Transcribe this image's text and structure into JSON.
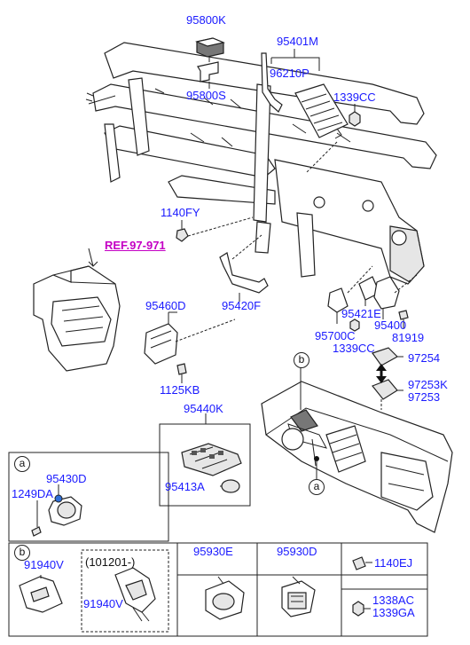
{
  "labels": {
    "p95800K": "95800K",
    "p95800S": "95800S",
    "p95401M": "95401M",
    "p96210P": "96210P",
    "p1339CC_top": "1339CC",
    "p1140FY": "1140FY",
    "ref": "REF.97-971",
    "p95420F": "95420F",
    "p95460D": "95460D",
    "p1125KB": "1125KB",
    "p95421E": "95421E",
    "p95400": "95400",
    "p95700C": "95700C",
    "p81919": "81919",
    "p1339CC_mid": "1339CC",
    "p97254": "97254",
    "p97253K": "97253K",
    "p97253": "97253",
    "p95440K": "95440K",
    "p95413A": "95413A",
    "callout_b": "b",
    "callout_a": "a"
  },
  "panel_a": {
    "tag": "a",
    "p95430D": "95430D",
    "p1249DA": "1249DA"
  },
  "panel_b": {
    "tag": "b",
    "p91940V_1": "91940V",
    "variant": "(101201-)",
    "p91940V_2": "91940V",
    "p95930E": "95930E",
    "p95930D": "95930D",
    "p1140EJ": "1140EJ",
    "p1338AC": "1338AC",
    "p1339GA": "1339GA"
  }
}
